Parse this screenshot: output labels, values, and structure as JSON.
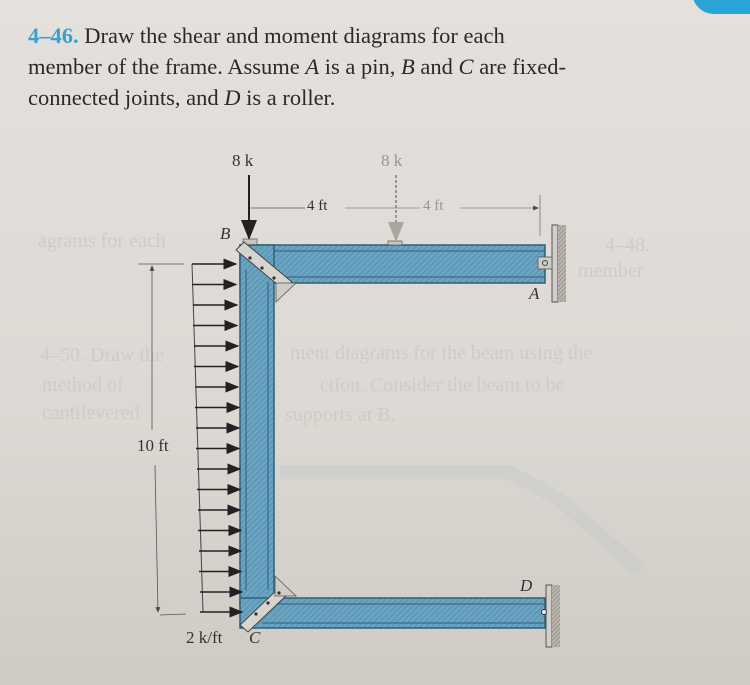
{
  "problem": {
    "number": "4–46.",
    "line1": "Draw the shear and moment diagrams for each",
    "line2_a": "member of the frame. Assume ",
    "line2_A": "A",
    "line2_b": " is a pin, ",
    "line2_B": "B",
    "line2_c": " and ",
    "line2_C": "C",
    "line2_d": " are fixed-",
    "line3_a": "connected joints, and ",
    "line3_D": "D",
    "line3_b": " is a roller."
  },
  "figure": {
    "load_left": "8 k",
    "load_mid": "8 k",
    "dim_left": "4 ft",
    "dim_right": "4 ft",
    "height_dim": "10 ft",
    "distributed_load": "2 k/ft",
    "distributed_arrow_count": 18,
    "labels": {
      "A": "A",
      "B": "B",
      "C": "C",
      "D": "D"
    },
    "colors": {
      "member": "#5e9ab8",
      "member_dark": "#2f5f78",
      "accent": "#2aa3d6"
    }
  },
  "bleedthrough": {
    "line1": "agrams for each",
    "line2": "4–50.  Draw the",
    "line3": "method of",
    "line4": "cantilevered",
    "line5": "ment diagrams for the beam using the",
    "line6": "ction. Consider the beam to be",
    "line7": "supports at B.",
    "line8": "4–48.",
    "line9": "member"
  }
}
